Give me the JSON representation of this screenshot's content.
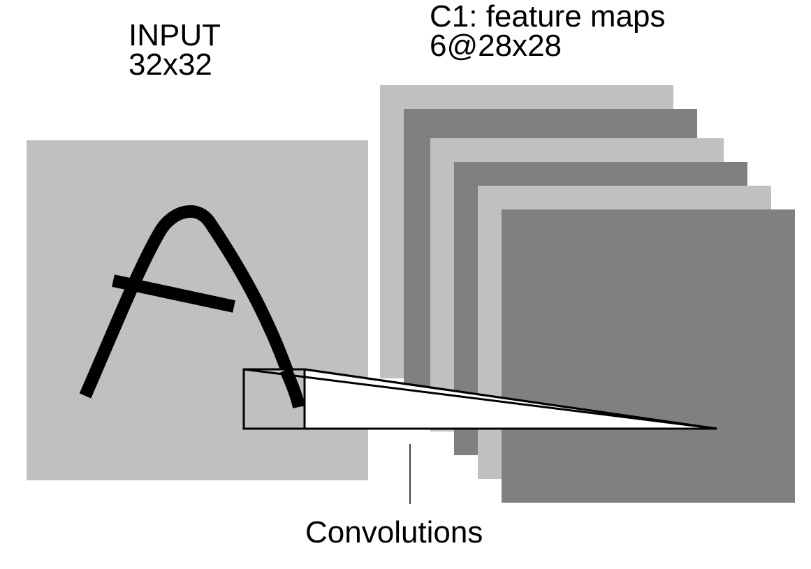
{
  "input": {
    "title": "INPUT",
    "size": "32x32",
    "fill": "#c0c0c0"
  },
  "c1": {
    "title": "C1: feature maps",
    "size": "6@28x28",
    "map_count": 6,
    "fills": [
      "#c0c0c0",
      "#808080",
      "#c0c0c0",
      "#808080",
      "#c0c0c0",
      "#808080"
    ]
  },
  "operation": {
    "label": "Convolutions"
  },
  "colors": {
    "ink": "#000000",
    "light": "#c0c0c0",
    "dark": "#808080",
    "background": "#ffffff"
  }
}
